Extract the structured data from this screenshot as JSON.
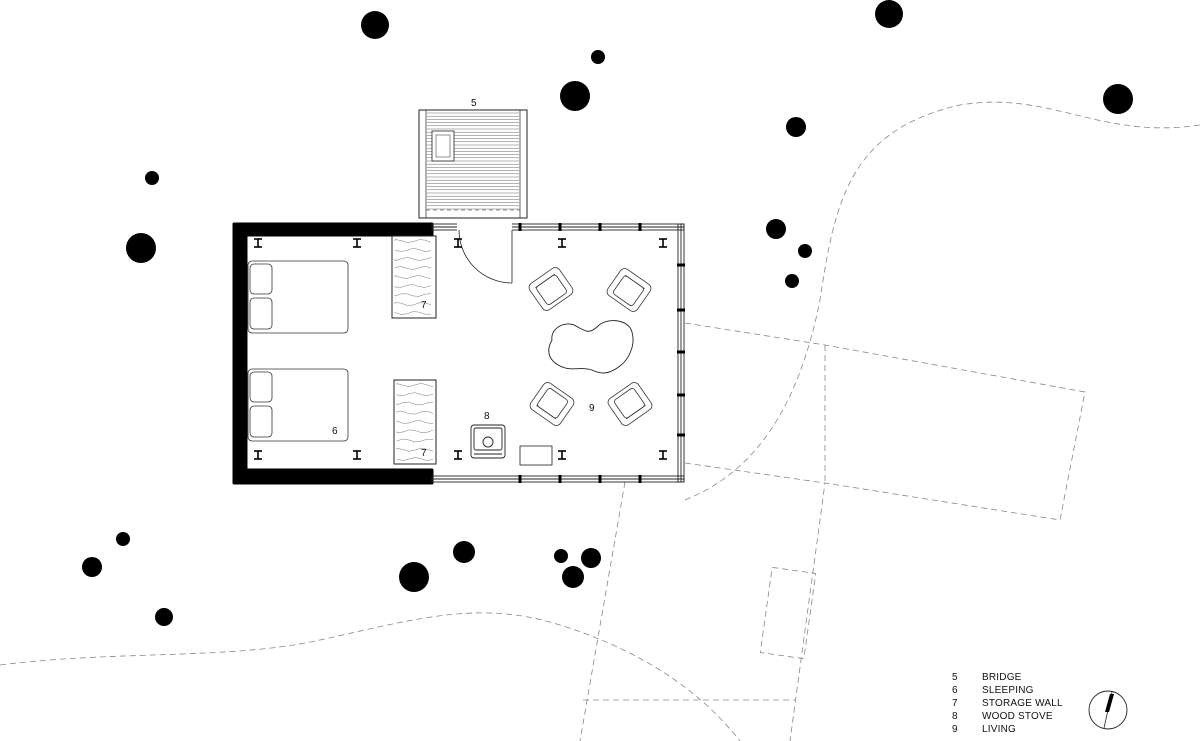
{
  "plan": {
    "room_labels": {
      "bridge": "5",
      "sleeping": "6",
      "storage_wall_upper": "7",
      "storage_wall_lower": "7",
      "wood_stove": "8",
      "living": "9"
    },
    "legend": [
      {
        "num": "5",
        "label": "BRIDGE"
      },
      {
        "num": "6",
        "label": "SLEEPING"
      },
      {
        "num": "7",
        "label": "STORAGE WALL"
      },
      {
        "num": "8",
        "label": "WOOD STOVE"
      },
      {
        "num": "9",
        "label": "LIVING"
      }
    ],
    "icons": [
      "tree-icon",
      "north-arrow-icon",
      "bed-icon",
      "armchair-icon",
      "wood-stove-icon",
      "door-swing-icon"
    ]
  }
}
